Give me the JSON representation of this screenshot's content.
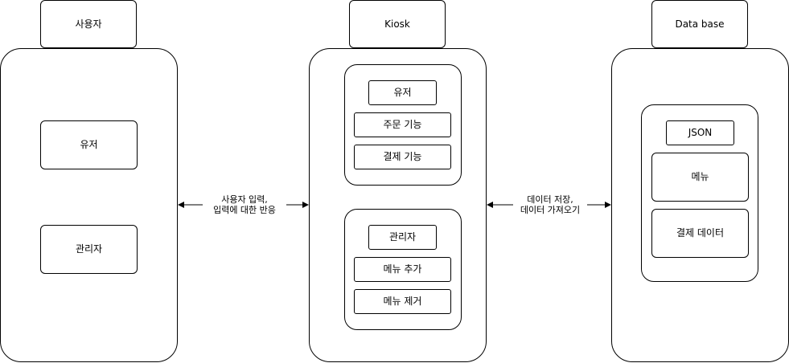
{
  "columns": {
    "user": {
      "tab_label": "사용자",
      "items": [
        "유저",
        "관리자"
      ]
    },
    "kiosk": {
      "tab_label": "Kiosk",
      "user_group": {
        "title": "유저",
        "items": [
          "주문 기능",
          "결제 기능"
        ]
      },
      "admin_group": {
        "title": "관리자",
        "items": [
          "메뉴 추가",
          "메뉴 제거"
        ]
      }
    },
    "database": {
      "tab_label": "Data base",
      "group": {
        "title": "JSON",
        "items": [
          "메뉴",
          "결제 데이터"
        ]
      }
    }
  },
  "edges": {
    "user_kiosk": {
      "line1": "사용자 입력,",
      "line2": "입력에 대한 반응"
    },
    "kiosk_db": {
      "line1": "데이터 저장,",
      "line2": "데이터 가져오기"
    }
  }
}
